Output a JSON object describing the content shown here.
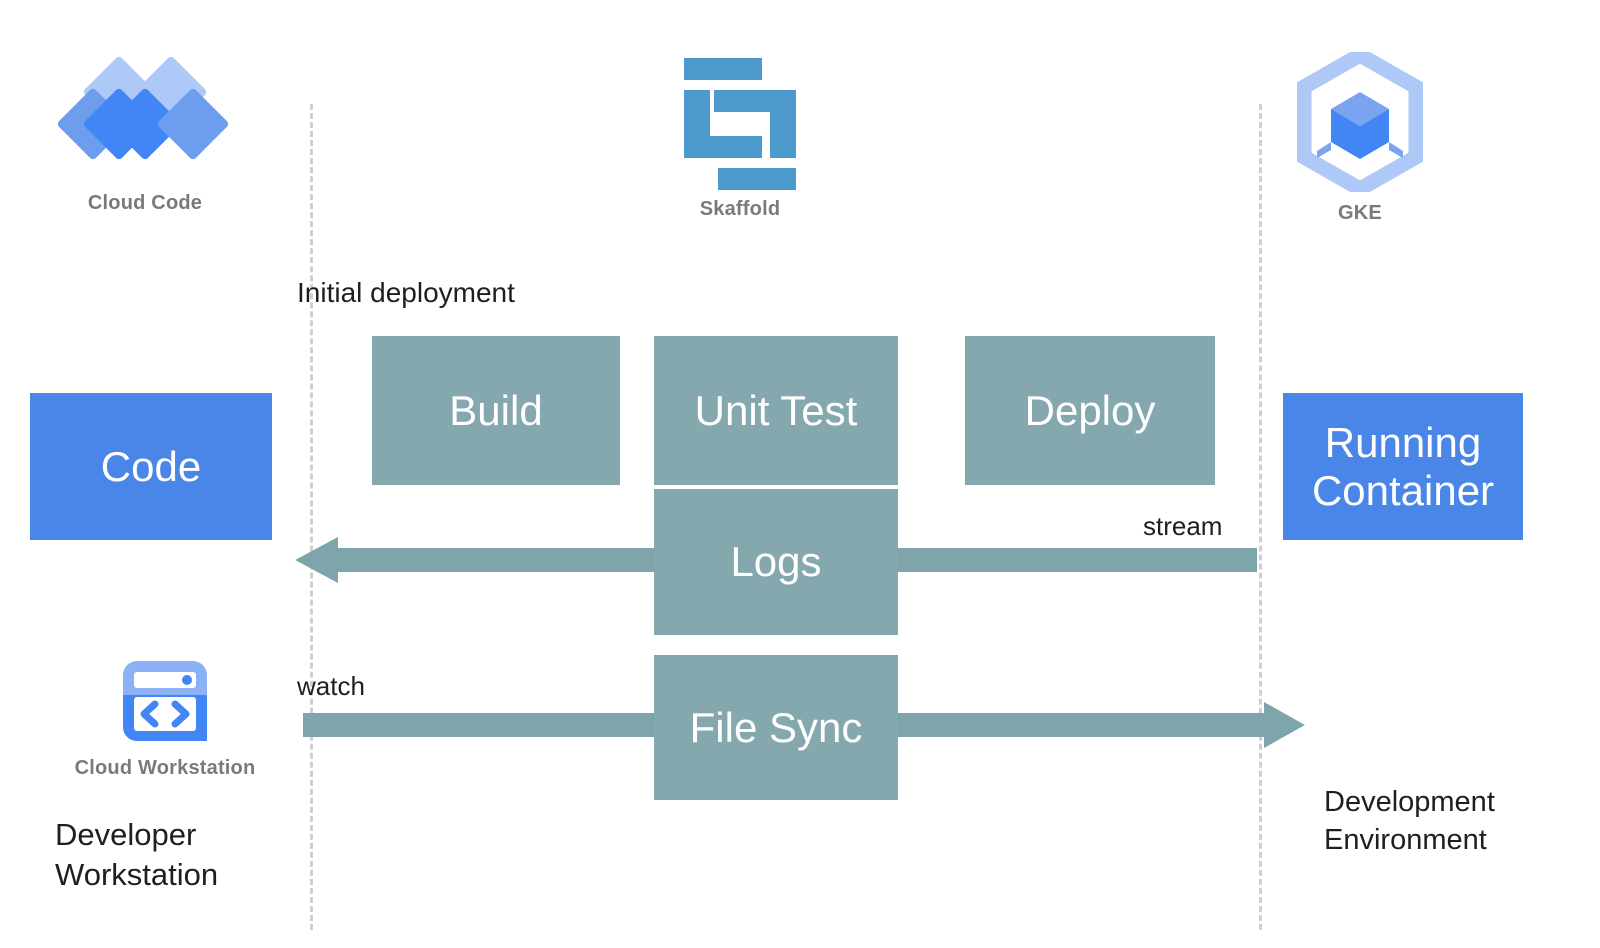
{
  "diagram": {
    "title": "Cloud Code / Skaffold / GKE development loop",
    "background": "#ffffff"
  },
  "colors": {
    "teal_box": "#85a8ae",
    "blue_box": "#4a86e8",
    "arrow": "#7fa5ac",
    "dashed_line": "#cfcfcf",
    "logo_caption": "#7a7a7a",
    "skaffold_blue": "#4e9acc",
    "cloudcode_light": "#aec8f7",
    "cloudcode_mid": "#6d9eee",
    "cloudcode_dark": "#4285f4",
    "gke_ring": "#aec8f7",
    "gke_cube_light": "#7ba4f0",
    "gke_cube_dark": "#4285f4"
  },
  "logos": [
    {
      "id": "cloud-code",
      "caption": "Cloud Code",
      "icon": "cloud-code-diamonds-icon"
    },
    {
      "id": "skaffold",
      "caption": "Skaffold",
      "icon": "skaffold-s-bars-icon"
    },
    {
      "id": "gke",
      "caption": "GKE",
      "icon": "gke-hexagon-cube-icon"
    },
    {
      "id": "cloud-workstation",
      "caption": "Cloud Workstation",
      "icon": "cloud-workstation-code-window-icon"
    }
  ],
  "stages": {
    "build": "Build",
    "unit_test": "Unit Test",
    "deploy": "Deploy",
    "logs": "Logs",
    "file_sync": "File Sync"
  },
  "endpoints": {
    "code": "Code",
    "running_container_line1": "Running",
    "running_container_line2": "Container"
  },
  "labels": {
    "initial_deployment": "Initial deployment",
    "stream": "stream",
    "watch": "watch"
  },
  "zones": {
    "left_line1": "Developer",
    "left_line2": "Workstation",
    "right_line1": "Development",
    "right_line2": "Environment"
  },
  "arrows": [
    {
      "id": "logs-arrow",
      "direction": "left",
      "label": "stream",
      "from": "Running Container",
      "to": "Code"
    },
    {
      "id": "file-sync-arrow",
      "direction": "right",
      "label": "watch",
      "from": "Code",
      "to": "Running Container"
    }
  ]
}
